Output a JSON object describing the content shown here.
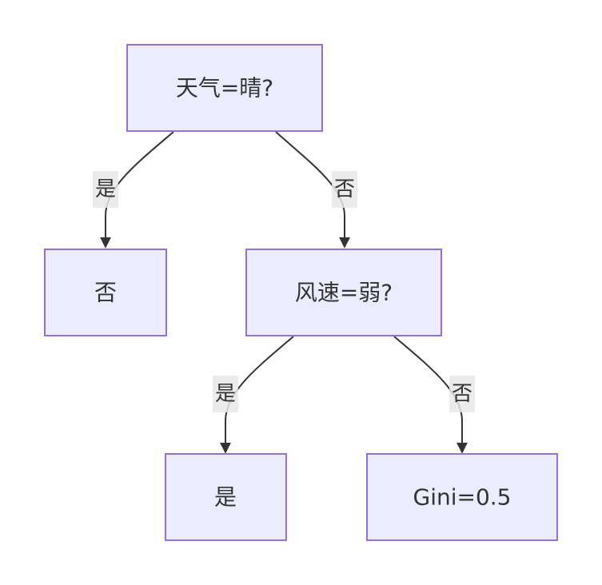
{
  "nodes": {
    "root": {
      "label": "天气=晴?"
    },
    "left_leaf": {
      "label": "否"
    },
    "wind": {
      "label": "风速=弱?"
    },
    "wind_yes_leaf": {
      "label": "是"
    },
    "wind_no_leaf": {
      "label": "Gini=0.5"
    }
  },
  "edges": {
    "root_yes": {
      "label": "是"
    },
    "root_no": {
      "label": "否"
    },
    "wind_yes": {
      "label": "是"
    },
    "wind_no": {
      "label": "否"
    }
  },
  "colors": {
    "node_fill": "#ECECFF",
    "node_stroke": "#9370DB",
    "edge": "#333333",
    "label_bg": "#e8e8e8"
  }
}
